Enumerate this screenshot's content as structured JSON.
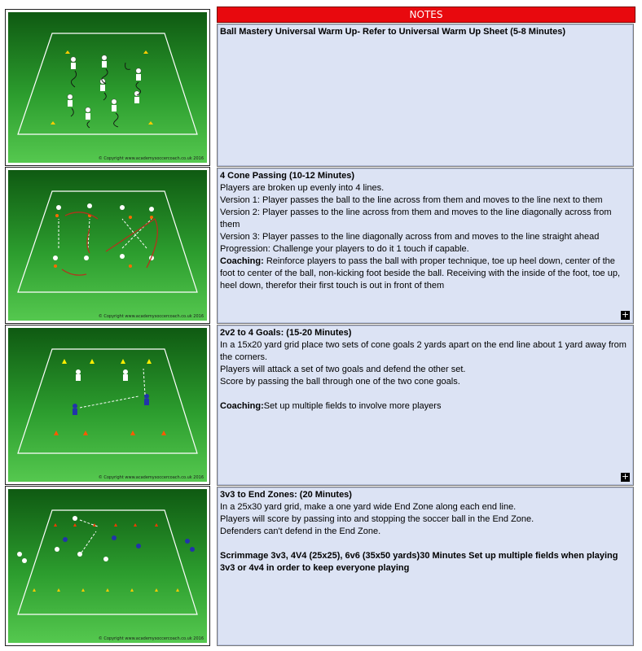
{
  "notes_header": "NOTES",
  "copyright": "© Copyright www.academysoccercoach.co.uk 2016",
  "sections": [
    {
      "title": "Ball Mastery Universal Warm Up- Refer to Universal Warm Up Sheet (5-8 Minutes)",
      "lines": []
    },
    {
      "title": "4 Cone Passing (10-12 Minutes)",
      "lines": [
        " Players are broken up evenly into 4 lines.",
        "Version 1: Player passes the ball to the line across from them and moves to the line next to them",
        "Version 2: Player passes to the line across from them and moves to the line diagonally across from them",
        "Version 3: Player passes to the line diagonally across from and moves to the line straight ahead",
        "Progression: Challenge your players to do it 1 touch if capable."
      ],
      "coaching_label": "Coaching:",
      "coaching_text": " Reinforce players to pass the ball with proper technique, toe up heel down, center of the foot to center of the ball, non-kicking foot beside the ball. Receiving with the inside of the foot, toe up, heel down, therefor their first touch is out in front of them"
    },
    {
      "title": "2v2 to 4 Goals: (15-20 Minutes)",
      "lines": [
        "In a 15x20 yard grid place two sets of cone goals 2 yards apart on the end line about 1 yard away from the corners.",
        "Players will attack a set of two goals and defend the other set.",
        " Score by passing the ball through one of the two cone goals."
      ],
      "coaching_label": "Coaching:",
      "coaching_text": "Set up multiple fields to involve more players"
    },
    {
      "title": "3v3 to End Zones: (20 Minutes)",
      "lines": [
        "In a 25x30 yard grid, make a one yard wide End Zone along each end line.",
        "Players will score by passing into and stopping the soccer ball in the End Zone.",
        "Defenders can't defend in the End Zone."
      ],
      "scrimmage_text": "Scrimmage  3v3, 4V4 (25x25), 6v6 (35x50 yards)30 Minutes Set up multiple fields when playing 3v3 or 4v4 in order to keep everyone playing"
    }
  ],
  "expand_icon": "+"
}
